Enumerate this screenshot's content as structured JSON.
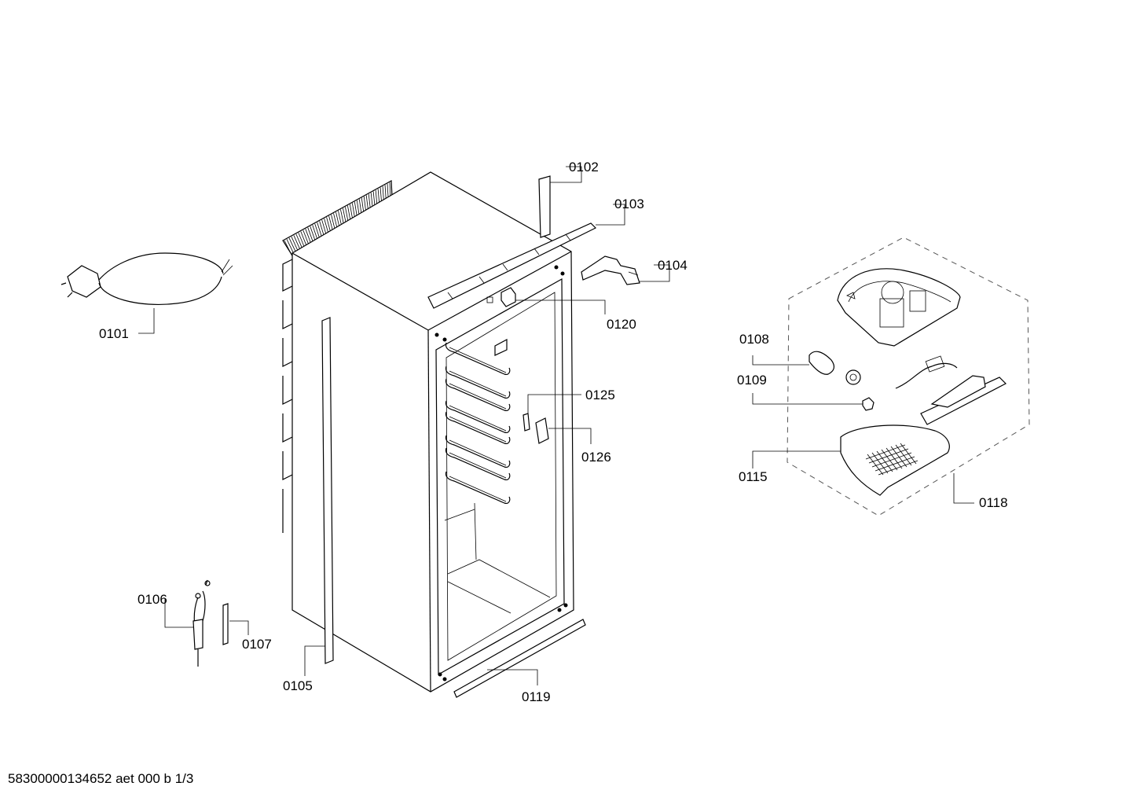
{
  "diagram": {
    "parts": [
      {
        "id": "p0101",
        "label": "0101",
        "icon": "power-cord-icon"
      },
      {
        "id": "p0102",
        "label": "0102",
        "icon": "vertical-strip-icon"
      },
      {
        "id": "p0103",
        "label": "0103",
        "icon": "top-rail-icon"
      },
      {
        "id": "p0104",
        "label": "0104",
        "icon": "hinge-bracket-icon"
      },
      {
        "id": "p0105",
        "label": "0105",
        "icon": "side-trim-icon"
      },
      {
        "id": "p0106",
        "label": "0106",
        "icon": "sensor-cable-icon"
      },
      {
        "id": "p0107",
        "label": "0107",
        "icon": "sensor-rod-icon"
      },
      {
        "id": "p0108",
        "label": "0108",
        "icon": "bulb-icon"
      },
      {
        "id": "p0109",
        "label": "0109",
        "icon": "switch-icon"
      },
      {
        "id": "p0115",
        "label": "0115",
        "icon": "light-cover-icon"
      },
      {
        "id": "p0118",
        "label": "0118",
        "icon": "light-assembly-icon"
      },
      {
        "id": "p0119",
        "label": "0119",
        "icon": "bottom-strip-icon"
      },
      {
        "id": "p0120",
        "label": "0120",
        "icon": "clip-icon"
      },
      {
        "id": "p0125",
        "label": "0125",
        "icon": "small-clip-icon"
      },
      {
        "id": "p0126",
        "label": "0126",
        "icon": "block-icon"
      }
    ]
  },
  "footer": {
    "doc_id": "58300000134652 aet 000 b 1/3"
  }
}
